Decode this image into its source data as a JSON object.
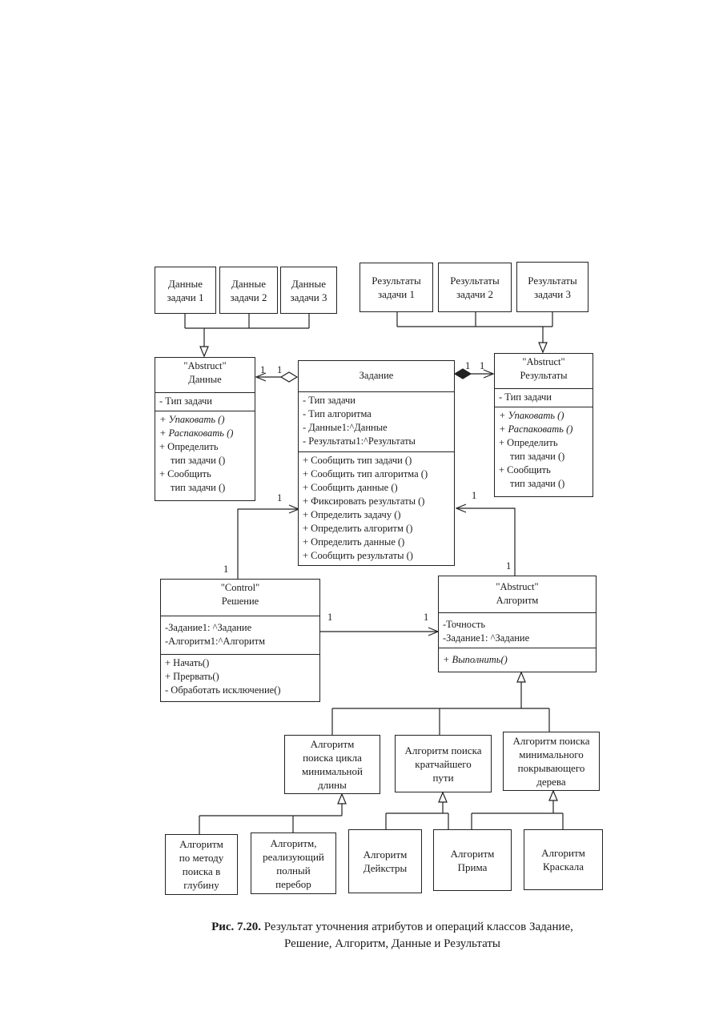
{
  "data_boxes": [
    "Данные\nзадачи 1",
    "Данные\nзадачи 2",
    "Данные\nзадачи 3"
  ],
  "result_boxes": [
    "Результаты\nзадачи 1",
    "Результаты\nзадачи 2",
    "Результаты\nзадачи 3"
  ],
  "data_class": {
    "stereotype": "\"Abstruct\"",
    "name": "Данные",
    "attributes": [
      "- Тип задачи"
    ],
    "operations": [
      "+ Упаковать ()",
      "+ Распаковать ()",
      "+ Определить",
      "тип задачи ()",
      "+ Сообщить",
      "тип задачи ()"
    ]
  },
  "task_class": {
    "name": "Задание",
    "attributes": [
      "- Тип задачи",
      "- Тип алгоритма",
      "- Данные1:^Данные",
      "- Результаты1:^Результаты"
    ],
    "operations": [
      "+ Сообщить тип задачи ()",
      "+ Сообщить тип алгоритма ()",
      "+ Сообщить данные ()",
      "+ Фиксировать результаты ()",
      "+ Определить задачу ()",
      "+ Определить алгоритм ()",
      "+ Определить данные ()",
      "+ Сообщить результаты ()"
    ]
  },
  "results_class": {
    "stereotype": "\"Abstruct\"",
    "name": "Результаты",
    "attributes": [
      "- Тип задачи"
    ],
    "operations": [
      "+ Упаковать ()",
      "+ Распаковать ()",
      "+ Определить",
      "тип задачи ()",
      "+ Сообщить",
      "тип задачи ()"
    ]
  },
  "solution_class": {
    "stereotype": "\"Control\"",
    "name": "Решение",
    "attributes": [
      "-Задание1: ^Задание",
      "-Алгоритм1:^Алгоритм"
    ],
    "operations": [
      "+ Начать()",
      "+ Прервать()",
      "- Обработать исключение()"
    ]
  },
  "algorithm_class": {
    "stereotype": "\"Abstruct\"",
    "name": "Алгоритм",
    "attributes": [
      "-Точность",
      "-Задание1: ^Задание"
    ],
    "operations": [
      "+ Выполнить()"
    ]
  },
  "algo_level1": [
    "Алгоритм\nпоиска цикла\nминимальной\nдлины",
    "Алгоритм поиска\nкратчайшего\nпути",
    "Алгоритм поиска\nминимального\nпокрывающего\nдерева"
  ],
  "algo_level2": [
    "Алгоритм\nпо методу\nпоиска в\nглубину",
    "Алгоритм,\nреализующий\nполный\nперебор",
    "Алгоритм\nДейкстры",
    "Алгоритм\nПрима",
    "Алгоритм\nКраскала"
  ],
  "multiplicity": {
    "data_task_left": "1",
    "data_task_right": "1",
    "task_results_left": "1",
    "task_results_right": "1",
    "solution_task_top": "1",
    "solution_task_bottom": "1",
    "algo_task_top": "1",
    "algo_task_bottom": "1",
    "solution_algo_left": "1",
    "solution_algo_right": "1"
  },
  "caption": {
    "bold": "Рис. 7.20.",
    "line1": " Результат уточнения атрибутов и операций классов Задание,",
    "line2": "Решение, Алгоритм, Данные и Результаты"
  }
}
